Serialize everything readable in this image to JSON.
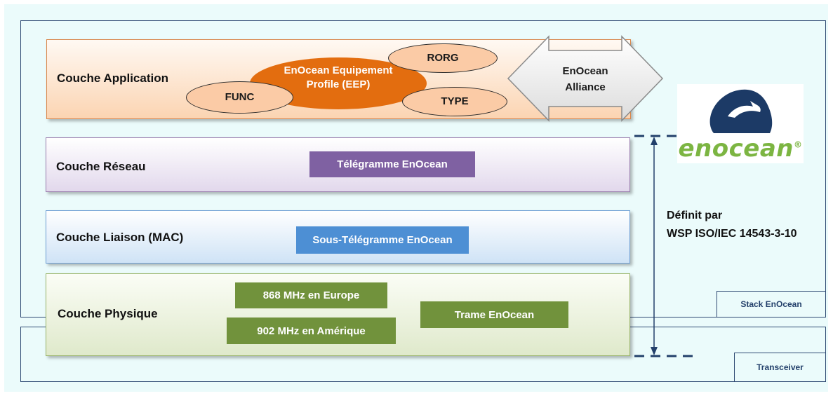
{
  "layers": {
    "application": {
      "title": "Couche Application",
      "eep": "EnOcean Equipement Profile (EEP)",
      "rorg": "RORG",
      "func": "FUNC",
      "type": "TYPE",
      "alliance": "EnOcean Alliance"
    },
    "network": {
      "title": "Couche Réseau",
      "tag": "Télégramme EnOcean"
    },
    "link": {
      "title": "Couche Liaison (MAC)",
      "tag": "Sous-Télégramme EnOcean"
    },
    "physical": {
      "title": "Couche Physique",
      "freq_europe": "868 MHz en Europe",
      "freq_america": "902 MHz en Amérique",
      "frame": "Trame EnOcean"
    }
  },
  "definition": {
    "line1": "Définit par",
    "line2": "WSP ISO/IEC 14543-3-10"
  },
  "labels": {
    "stack": "Stack EnOcean",
    "transceiver": "Transceiver"
  },
  "logo": {
    "text": "enocean",
    "mark": "®"
  },
  "colors": {
    "eep_orange": "#e36d0f",
    "network_purple": "#7f61a2",
    "link_blue": "#4d8fd4",
    "physical_green": "#71923c",
    "logo_green": "#7cb542",
    "logo_navy": "#1c3a66"
  }
}
